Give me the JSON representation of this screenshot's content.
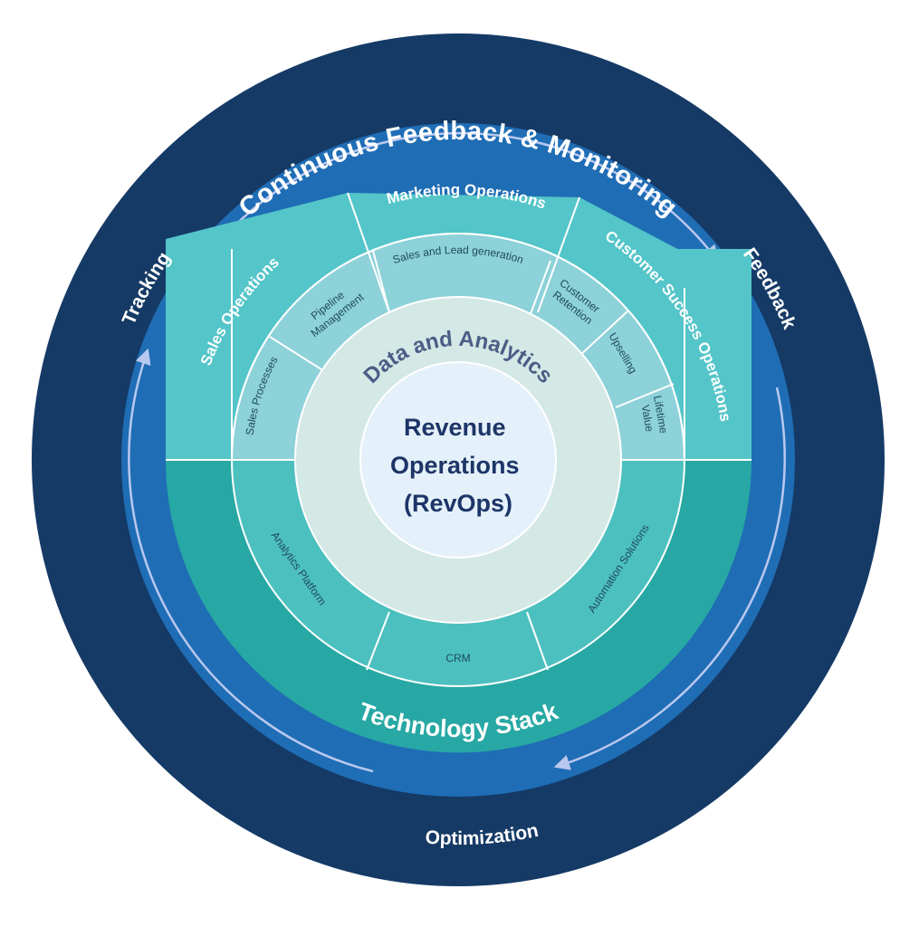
{
  "outer_ring": {
    "title": "Continuous Feedback & Monitoring"
  },
  "cycle": {
    "tracking": "Tracking",
    "feedback": "Feedback",
    "optimization": "Optimization"
  },
  "categories": {
    "sales_operations": "Sales Operations",
    "marketing_operations": "Marketing Operations",
    "customer_success_operations": "Customer Success Operations"
  },
  "sub_items": {
    "sales_processes": "Sales Processes",
    "pipeline_management": [
      "Pipeline",
      "Management"
    ],
    "sales_lead_generation": "Sales and Lead generation",
    "customer_retention": [
      "Customer",
      "Retention"
    ],
    "upselling": "Upselling",
    "lifetime_value": [
      "Lifetime",
      "Value"
    ]
  },
  "tech_items": {
    "analytics_platform": "Analytics Platform",
    "crm": "CRM",
    "automation_solutions": "Automation Solutions"
  },
  "tech_stack": "Technology Stack",
  "data_analytics": "Data and Analytics",
  "center": {
    "lines": [
      "Revenue",
      "Operations",
      "(RevOps)"
    ]
  },
  "colors": {
    "outer_navy": "#153a66",
    "blue_ring": "#1f6db5",
    "top_teal": "#54c5c9",
    "top_subring": "#8dd1d9",
    "bottom_teal": "#27a8a4",
    "bottom_subring": "#4cc0bf",
    "data_ring": "#d4e8e6",
    "center": "#e5f1fa",
    "arrow": "#b9c8ef"
  }
}
